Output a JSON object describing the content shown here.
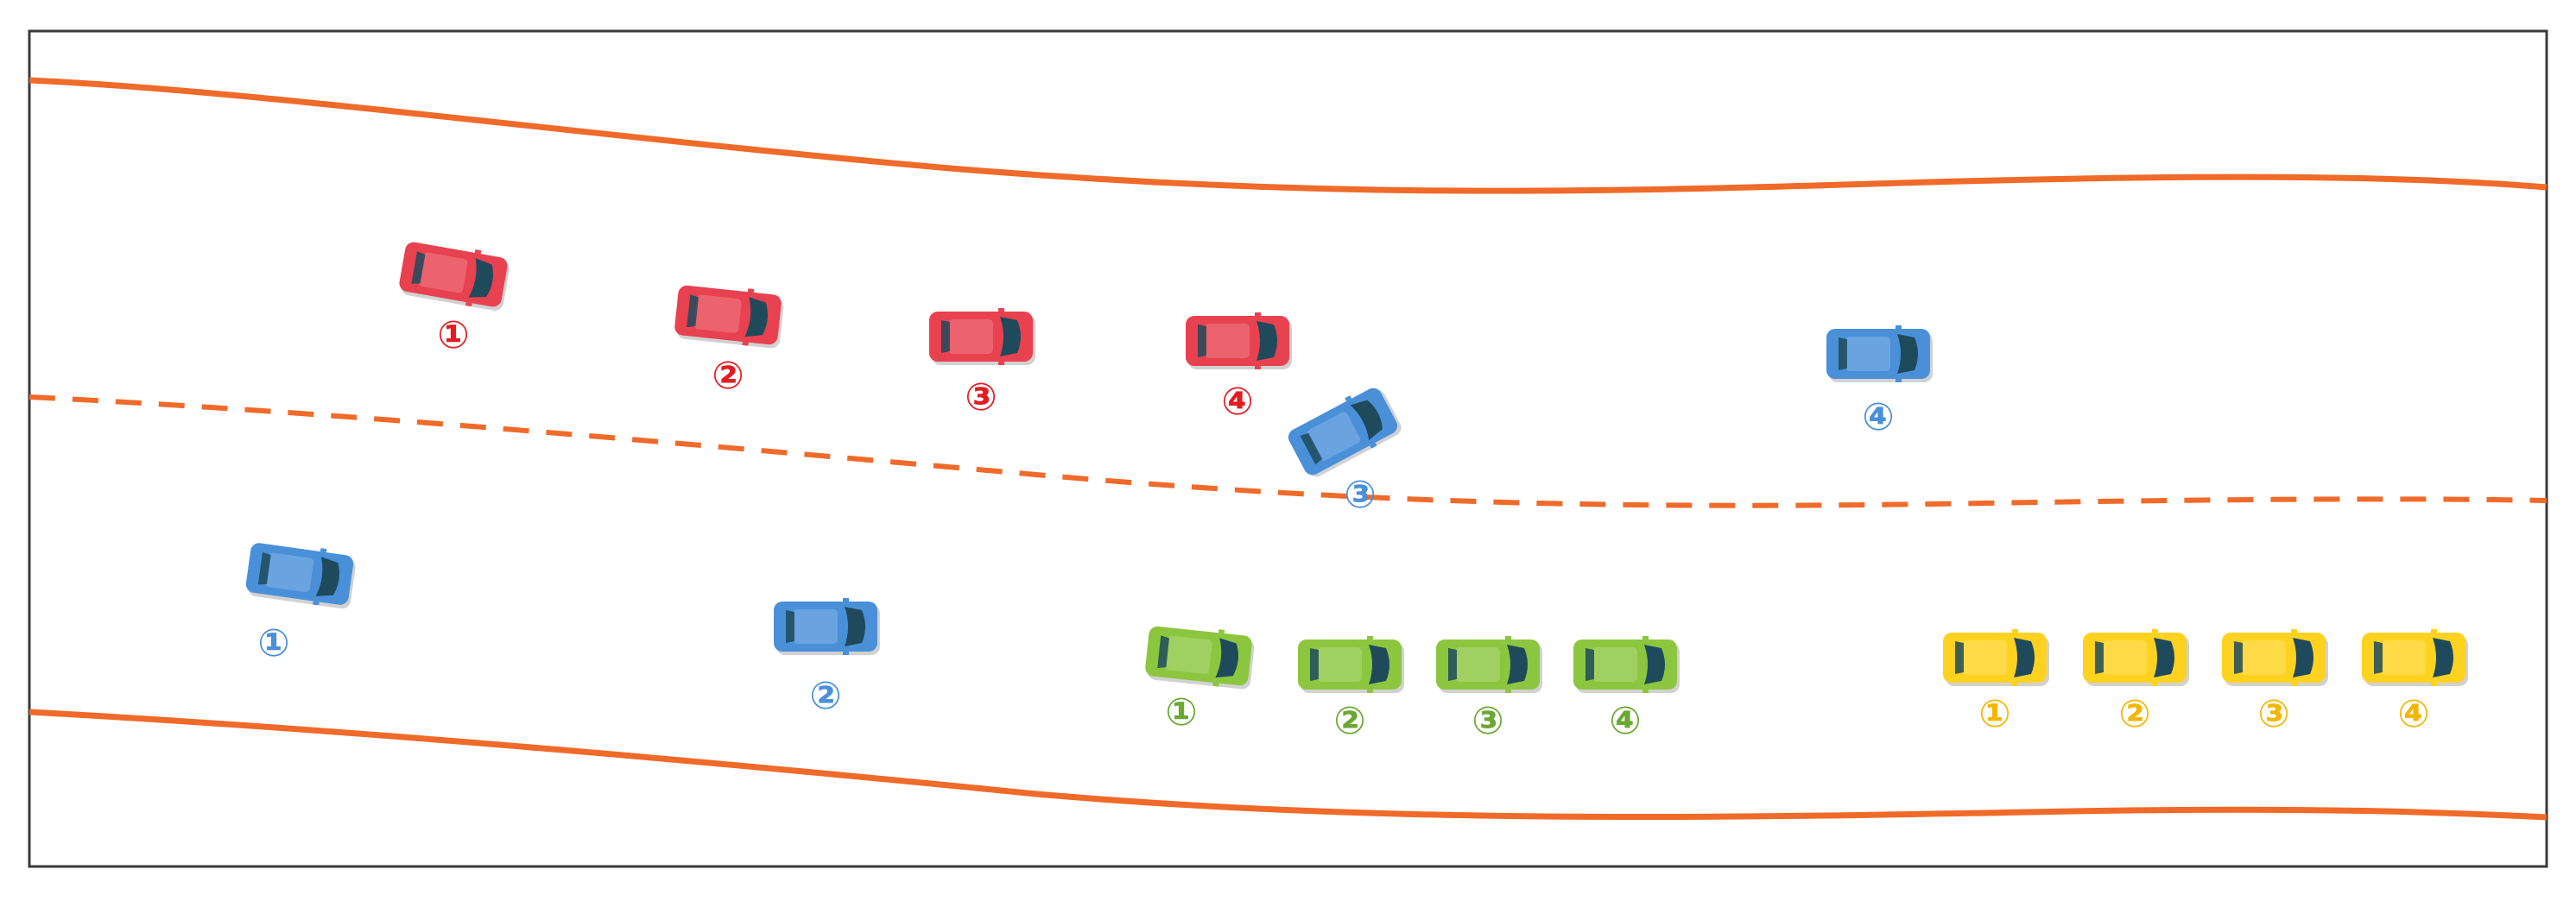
{
  "colors": {
    "road_edge": "#f06a2a",
    "lane_divider": "#f06a2a",
    "frame": "#3a3a3a",
    "background": "#ffffff",
    "window": "#1f4a5c"
  },
  "vehicle_groups": [
    {
      "group": "red",
      "color": "#e8414f",
      "label_color": "#e31b23",
      "vehicles": [
        {
          "label": "①"
        },
        {
          "label": "②"
        },
        {
          "label": "③"
        },
        {
          "label": "④"
        }
      ]
    },
    {
      "group": "blue",
      "color": "#4a90d9",
      "label_color": "#4a90d9",
      "vehicles": [
        {
          "label": "①"
        },
        {
          "label": "②"
        },
        {
          "label": "③"
        },
        {
          "label": "④"
        }
      ]
    },
    {
      "group": "green",
      "color": "#8cc63f",
      "label_color": "#6aa832",
      "vehicles": [
        {
          "label": "①"
        },
        {
          "label": "②"
        },
        {
          "label": "③"
        },
        {
          "label": "④"
        }
      ]
    },
    {
      "group": "yellow",
      "color": "#ffd21f",
      "label_color": "#f2b705",
      "vehicles": [
        {
          "label": "①"
        },
        {
          "label": "②"
        },
        {
          "label": "③"
        },
        {
          "label": "④"
        }
      ]
    }
  ]
}
